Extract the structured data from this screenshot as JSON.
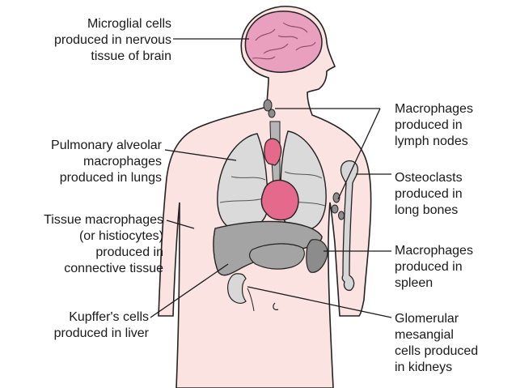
{
  "labels": {
    "microglial": "Microglial cells\nproduced in nervous\ntissue of brain",
    "pulmonary": "Pulmonary alveolar\nmacrophages\nproduced in lungs",
    "tissue": "Tissue macrophages\n(or histiocytes)\nproduced in\nconnective tissue",
    "kupffer": "Kupffer's cells\nproduced in liver",
    "lymph": "Macrophages\nproduced in\nlymph nodes",
    "osteoclasts": "Osteoclasts\nproduced in\nlong bones",
    "spleen": "Macrophages\nproduced in\nspleen",
    "glomerular": "Glomerular\nmesangial\ncells produced\nin kidneys"
  },
  "colors": {
    "skin": "#fbe3e1",
    "outline": "#222222",
    "brain": "#e9a0bf",
    "heart": "#e4698a",
    "organ_gray": "#a4a4a4",
    "lung": "#dadada",
    "bone": "#d6d6d6"
  }
}
